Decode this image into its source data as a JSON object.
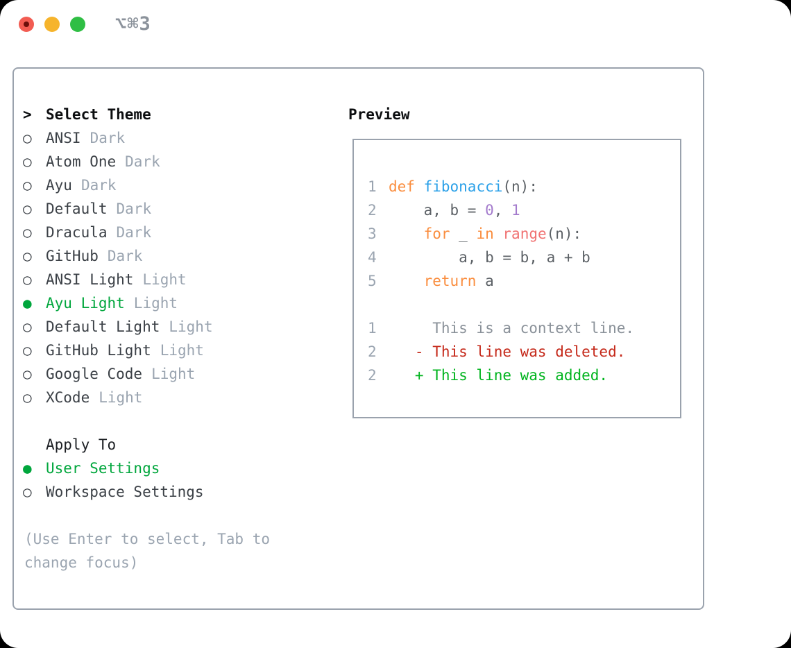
{
  "window": {
    "title": "⌥⌘3"
  },
  "icons": {
    "radio-unselected": "○",
    "radio-selected": "●",
    "prompt": ">"
  },
  "theme_panel": {
    "prompt": ">",
    "title": "Select Theme",
    "themes": [
      {
        "name": "ANSI",
        "variant": "Dark",
        "selected": false
      },
      {
        "name": "Atom One",
        "variant": "Dark",
        "selected": false
      },
      {
        "name": "Ayu",
        "variant": "Dark",
        "selected": false
      },
      {
        "name": "Default",
        "variant": "Dark",
        "selected": false
      },
      {
        "name": "Dracula",
        "variant": "Dark",
        "selected": false
      },
      {
        "name": "GitHub",
        "variant": "Dark",
        "selected": false
      },
      {
        "name": "ANSI Light",
        "variant": "Light",
        "selected": false
      },
      {
        "name": "Ayu Light",
        "variant": "Light",
        "selected": true
      },
      {
        "name": "Default Light",
        "variant": "Light",
        "selected": false
      },
      {
        "name": "GitHub Light",
        "variant": "Light",
        "selected": false
      },
      {
        "name": "Google Code",
        "variant": "Light",
        "selected": false
      },
      {
        "name": "XCode",
        "variant": "Light",
        "selected": false
      }
    ],
    "apply_to": {
      "title": "Apply To",
      "options": [
        {
          "label": "User Settings",
          "selected": true
        },
        {
          "label": "Workspace Settings",
          "selected": false
        }
      ]
    },
    "hint": "(Use Enter to select, Tab to change focus)"
  },
  "preview": {
    "title": "Preview",
    "lines": [
      {
        "num": "1",
        "tokens": [
          {
            "t": "def",
            "c": "keyword"
          },
          {
            "t": " ",
            "c": "default"
          },
          {
            "t": "fibonacci",
            "c": "function"
          },
          {
            "t": "(n):",
            "c": "default"
          }
        ]
      },
      {
        "num": "2",
        "tokens": [
          {
            "t": "    a, b = ",
            "c": "default"
          },
          {
            "t": "0",
            "c": "number"
          },
          {
            "t": ", ",
            "c": "default"
          },
          {
            "t": "1",
            "c": "number"
          }
        ]
      },
      {
        "num": "3",
        "tokens": [
          {
            "t": "    ",
            "c": "default"
          },
          {
            "t": "for",
            "c": "keyword"
          },
          {
            "t": " _ ",
            "c": "default"
          },
          {
            "t": "in",
            "c": "keyword"
          },
          {
            "t": " ",
            "c": "default"
          },
          {
            "t": "range",
            "c": "call"
          },
          {
            "t": "(n):",
            "c": "default"
          }
        ]
      },
      {
        "num": "4",
        "tokens": [
          {
            "t": "        a, b = b, a + b",
            "c": "default"
          }
        ]
      },
      {
        "num": "5",
        "tokens": [
          {
            "t": "    ",
            "c": "default"
          },
          {
            "t": "return",
            "c": "keyword"
          },
          {
            "t": " a",
            "c": "default"
          }
        ]
      },
      {
        "num": "",
        "tokens": []
      },
      {
        "num": "1",
        "tokens": [
          {
            "t": "     This is a context line.",
            "c": "context"
          }
        ]
      },
      {
        "num": "2",
        "tokens": [
          {
            "t": "   - This line was deleted.",
            "c": "deleted"
          }
        ]
      },
      {
        "num": "2",
        "tokens": [
          {
            "t": "   + This line was added.",
            "c": "added"
          }
        ]
      }
    ]
  },
  "colors": {
    "accent-green": "#00a63c",
    "panel-border": "#9aa2ad",
    "text-dark": "#3b4046",
    "text-muted": "#9aa4b0",
    "title-gray": "#8b929b",
    "traffic": {
      "red": "#f25c52",
      "red-dot": "#6b0f0a",
      "yellow": "#f6b42c",
      "green": "#2fbe44"
    },
    "code": {
      "keyword": "#fa8d3e",
      "function": "#2aa0e8",
      "number": "#a37acc",
      "call": "#f07171",
      "default": "#5c6166",
      "context": "#8a9199",
      "deleted": "#c5291a",
      "added": "#00b41e",
      "linenum": "#9aa4b0"
    }
  }
}
